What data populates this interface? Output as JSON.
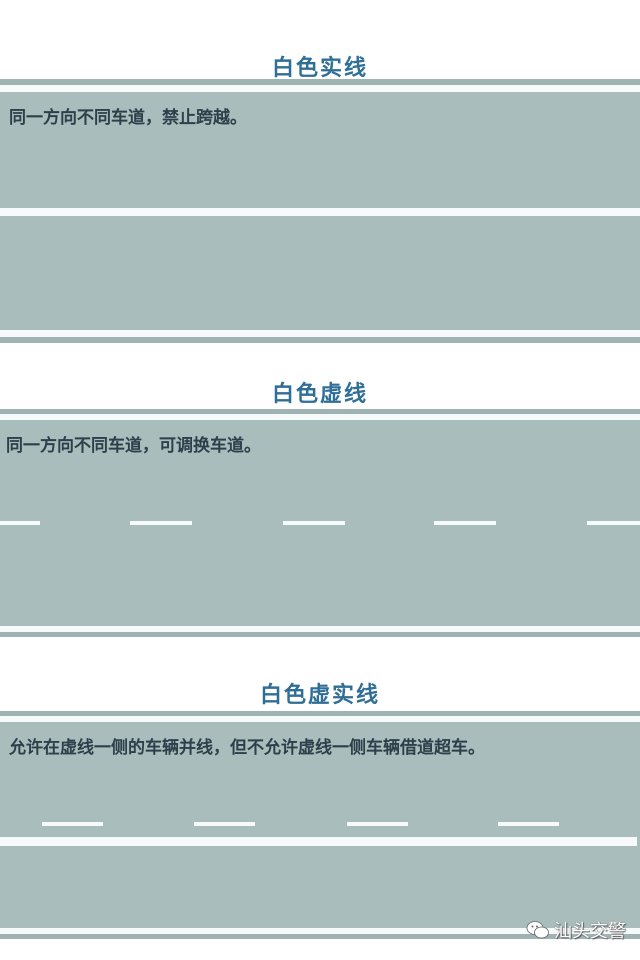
{
  "sections": [
    {
      "title": "白色实线",
      "caption": "同一方向不同车道，禁止跨越。",
      "line_type": "solid"
    },
    {
      "title": "白色虚线",
      "caption": "同一方向不同车道，可调换车道。",
      "line_type": "dashed"
    },
    {
      "title": "白色虚实线",
      "caption": "允许在虚线一侧的车辆并线，但不允许虚线一侧车辆借道超车。",
      "line_type": "dashed-solid"
    }
  ],
  "watermark": {
    "icon": "wechat-icon",
    "text": "汕头交警"
  },
  "colors": {
    "title": "#2f6e96",
    "road": "#a9bdbc",
    "road_edge": "#9fb3b2",
    "lane_marking": "#f6fafa",
    "caption": "#2d3f4a"
  }
}
